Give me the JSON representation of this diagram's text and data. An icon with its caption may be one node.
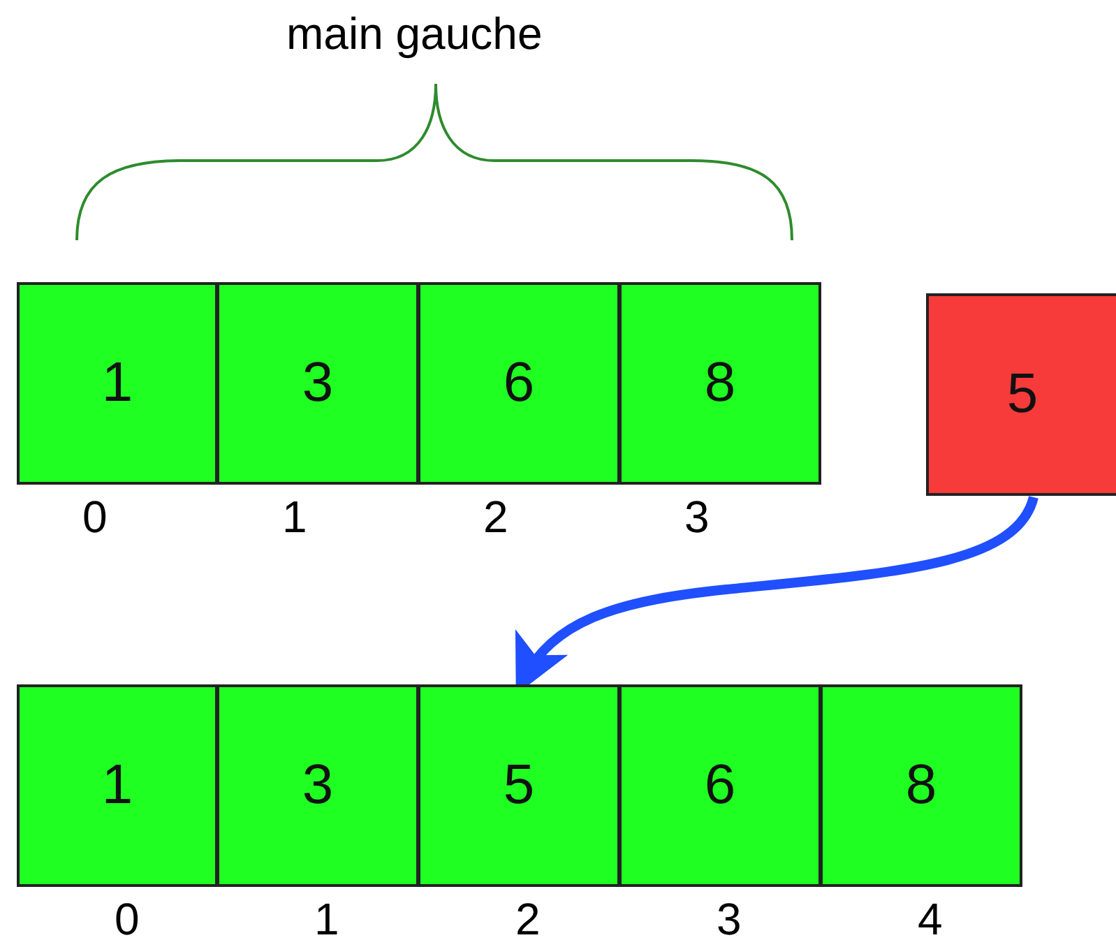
{
  "diagram": {
    "nodes": [
      {
        "text": [
          "1"
        ],
        "beside": [
          "0"
        ]
      },
      {
        "text": [
          "3"
        ],
        "beside": [
          "1"
        ]
      },
      {
        "text": [
          "6"
        ],
        "beside": [
          "2"
        ]
      },
      {
        "text": [
          "8"
        ],
        "beside": [
          "3"
        ]
      },
      {
        "text": [
          "5"
        ]
      },
      {
        "text": [
          "1"
        ],
        "beside": [
          "0"
        ]
      },
      {
        "text": [
          "3"
        ],
        "beside": [
          "1"
        ]
      },
      {
        "text": [
          "5"
        ],
        "beside": [
          "2"
        ]
      },
      {
        "text": [
          "6"
        ],
        "beside": [
          "3"
        ]
      },
      {
        "text": [
          "8"
        ],
        "beside": [
          "4"
        ]
      }
    ],
    "edges": [
      {
        "from": 4,
        "to": 7,
        "arrow": "to"
      }
    ],
    "labels": [
      "main gauche"
    ]
  }
}
